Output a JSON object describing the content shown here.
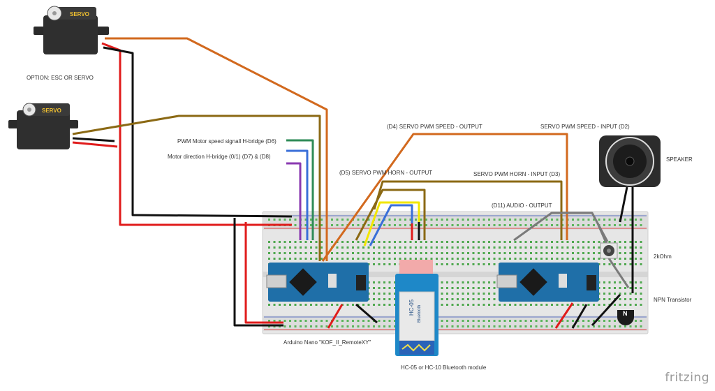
{
  "labels": {
    "option": "OPTION: ESC OR SERVO",
    "pwm_motor": "PWM Motor speed signall H-bridge (D6)",
    "motor_dir": "Motor direction H-bridge (0/1) (D7) &  (D8)",
    "d4_out": "(D4) SERVO PWM SPEED - OUTPUT",
    "d5_out": "(D5) SERVO PWM HORN - OUTPUT",
    "servo_speed_in": "SERVO PWM SPEED - INPUT (D2)",
    "servo_horn_in": "SERVO PWM HORN - INPUT (D3)",
    "d11_audio": "(D11) AUDIO - OUTPUT",
    "speaker": "SPEAKER",
    "resistor": "2kOhm",
    "transistor": "NPN Transistor",
    "arduino1": "Arduino Nano \"KOF_II_RemoteXY\"",
    "bluetooth": "HC-05 or HC-10 Bluetooth module"
  },
  "components": {
    "servo_label": "SERVO",
    "bt_chip": "HC-05",
    "bt_sub": "Bluetooth",
    "transistor_mark": "N"
  },
  "colors": {
    "wire_black": "#111111",
    "wire_red": "#e01b1b",
    "wire_orange": "#d2691e",
    "wire_olive": "#8b6914",
    "wire_green": "#2e8b57",
    "wire_blue": "#3a6fd8",
    "wire_purple": "#8a3ab0",
    "wire_gray": "#7a7a7a",
    "wire_yellow": "#f2e600",
    "arduino_blue": "#1f6fa8",
    "bt_blue": "#1e88c8",
    "breadboard": "#e9e9e9"
  },
  "brand": "fritzing"
}
